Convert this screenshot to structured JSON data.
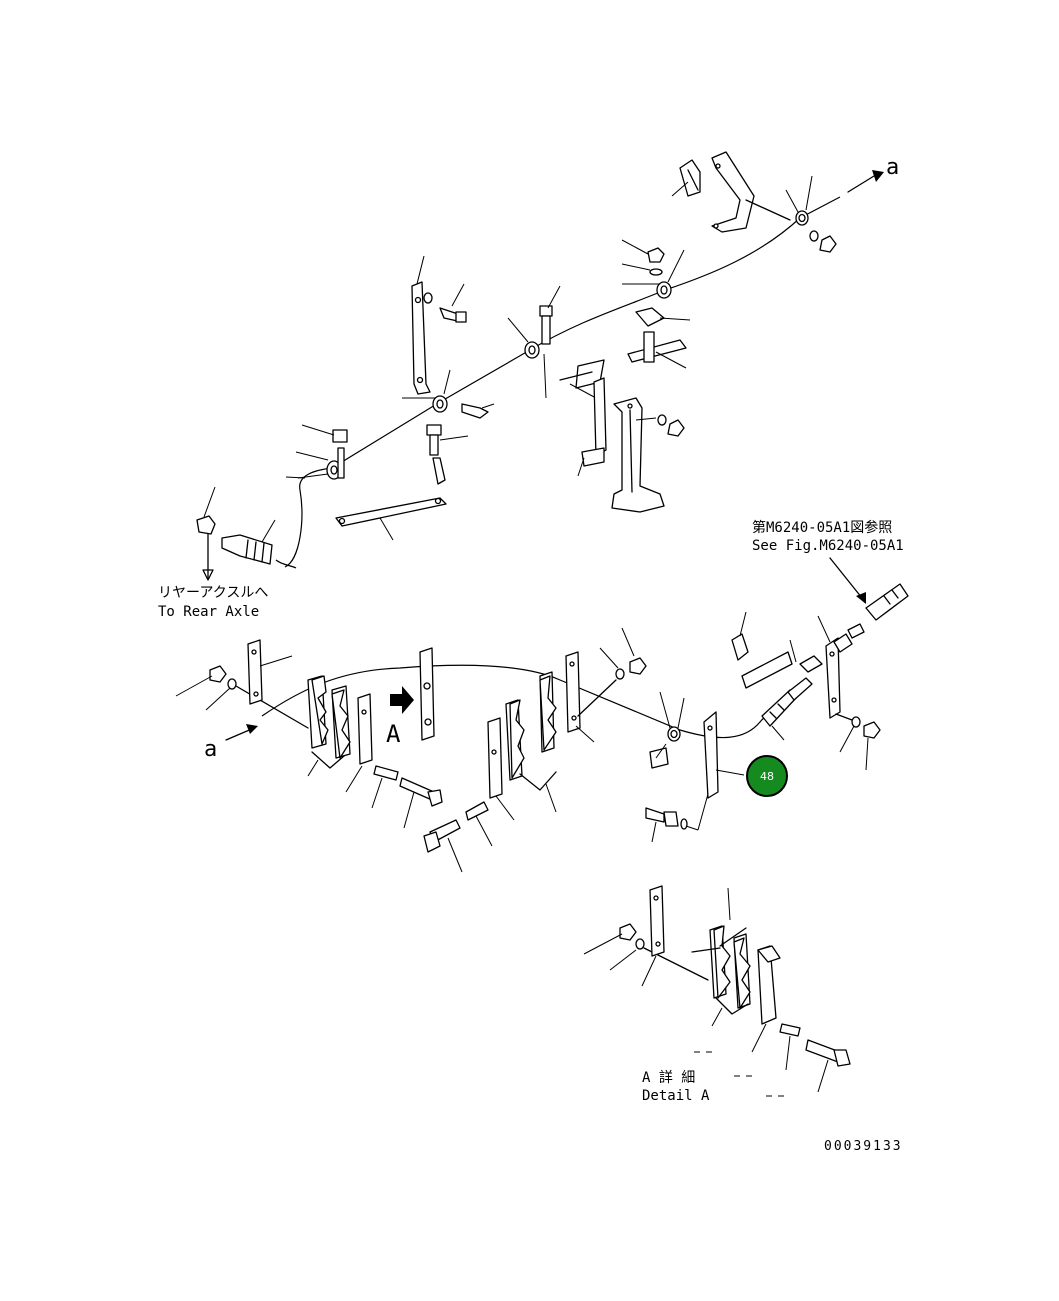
{
  "labels": {
    "arrow_a_top": "a",
    "arrow_a_left": "a",
    "view_a": "A",
    "ref_jp": "第M6240-05A1図参照",
    "ref_en": "See Fig.M6240-05A1",
    "to_rear_axle_jp": "リヤーアクスルへ",
    "to_rear_axle_en": "To Rear Axle",
    "detail_jp": "A 詳 細",
    "detail_en": "Detail A",
    "drawing_number": "00039133"
  },
  "callout": {
    "number": "48",
    "color": "#148a1f"
  }
}
